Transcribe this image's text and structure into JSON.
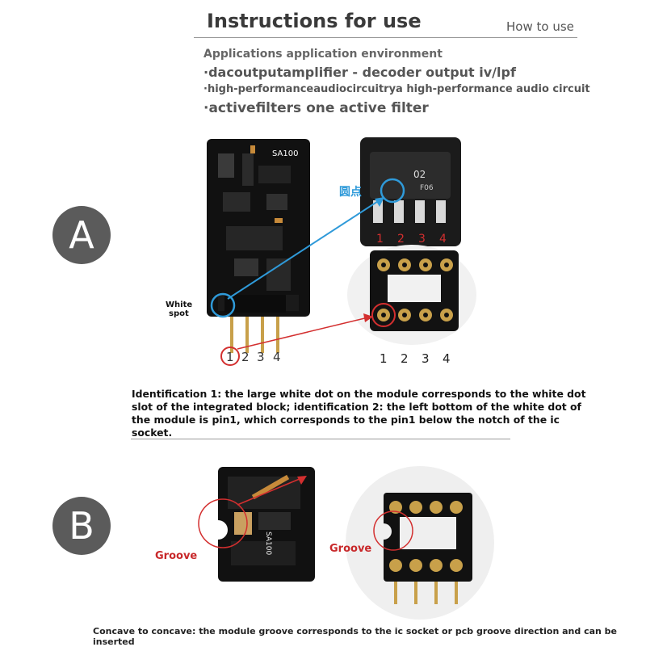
{
  "header": {
    "title": "Instructions for use",
    "subtitle": "How to use"
  },
  "applications": {
    "heading": "Applications application environment",
    "items": [
      "·dacoutputamplifier - decoder output iv/lpf",
      "·high-performanceaudiocircuitrya high-performance audio circuit",
      "·activefilters one active filter"
    ]
  },
  "section_a": {
    "badge": "A",
    "module_label": "SA100",
    "white_spot_label": "White spot",
    "dot_label_cn": "圆点",
    "chip_marking_1": "02",
    "chip_marking_2": "F06",
    "module_pins": [
      "1",
      "2",
      "3",
      "4"
    ],
    "chip_pins": [
      "1",
      "2",
      "3",
      "4"
    ],
    "socket_pins": [
      "1",
      "2",
      "3",
      "4"
    ],
    "identification": "Identification 1: the large white dot on the module corresponds to the white dot slot of the integrated block; identification 2: the left bottom of the white dot of the module is pin1, which corresponds to the pin1 below the notch of the ic socket."
  },
  "section_b": {
    "badge": "B",
    "module_label": "SA100",
    "groove_left": "Groove",
    "groove_right": "Groove",
    "note": "Concave to concave: the module groove corresponds to the ic socket or pcb groove direction and can be inserted"
  },
  "colors": {
    "accent_blue": "#2f9ad9",
    "accent_red": "#d32f2f",
    "badge_grey": "#5b5b5b",
    "pcb_black": "#111111",
    "gold": "#c8a04a"
  }
}
